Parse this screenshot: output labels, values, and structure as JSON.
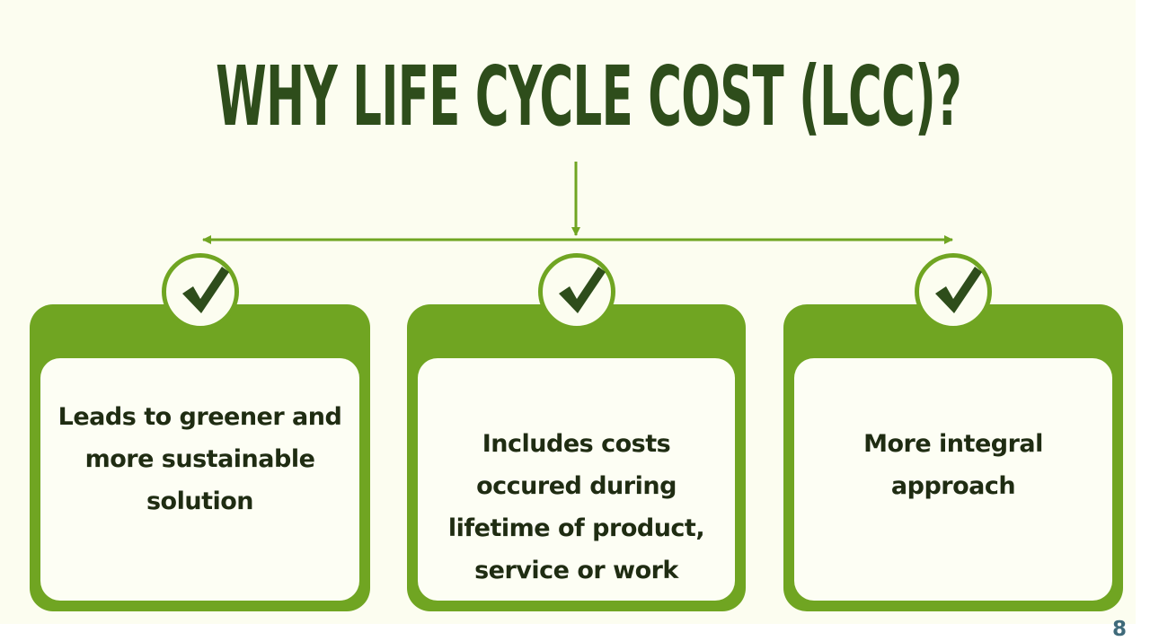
{
  "slide": {
    "title": "WHY LIFE CYCLE COST (LCC)?",
    "page_number": "8"
  },
  "colors": {
    "title": "#2e4d1b",
    "accent_green": "#70a522",
    "background": "#fcfdf0",
    "text": "#1f2c12",
    "page_number": "#3f6a7a"
  },
  "cards": [
    {
      "icon": "checkmark-icon",
      "text": "Leads to greener and more sustainable solution"
    },
    {
      "icon": "checkmark-icon",
      "text": "Includes costs occured during lifetime of product, service or work"
    },
    {
      "icon": "checkmark-icon",
      "text": "More integral approach"
    }
  ]
}
